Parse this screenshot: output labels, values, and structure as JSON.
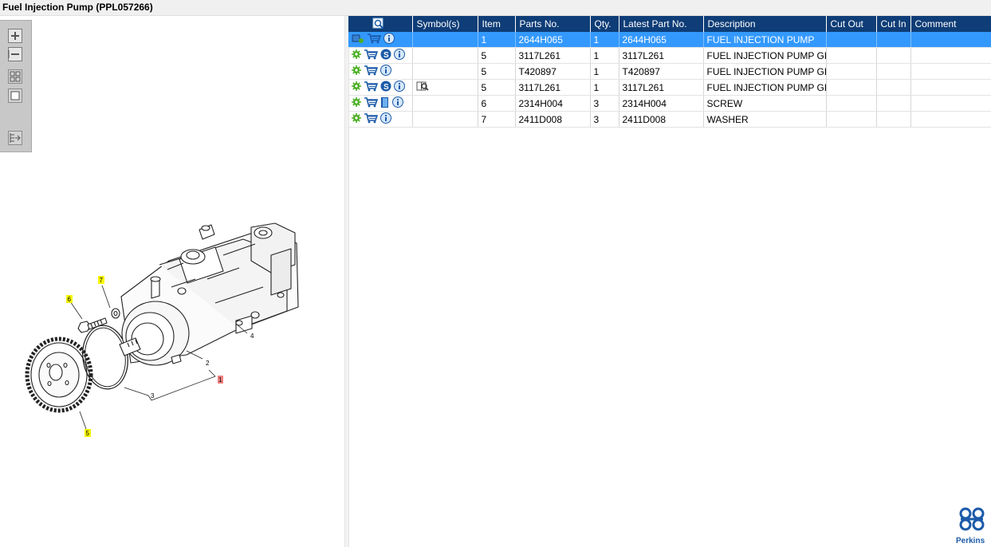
{
  "window": {
    "title": "Fuel Injection Pump (PPL057266)"
  },
  "toolbar": {
    "buttons": [
      {
        "name": "zoom-in-button",
        "icon": "plus-icon"
      },
      {
        "name": "zoom-out-button",
        "icon": "minus-icon"
      },
      {
        "name": "fit-all-button",
        "icon": "fit-icon"
      },
      {
        "name": "actual-size-button",
        "icon": "square-icon"
      },
      {
        "name": "export-button",
        "icon": "export-icon"
      }
    ]
  },
  "diagram": {
    "callouts": [
      {
        "label": "7",
        "highlight": "#f7f700"
      },
      {
        "label": "6",
        "highlight": "#f7f700"
      },
      {
        "label": "5",
        "highlight": "#f7f700"
      },
      {
        "label": "1",
        "highlight": "#f08080"
      },
      {
        "label": "2",
        "highlight": "none"
      },
      {
        "label": "3",
        "highlight": "none"
      },
      {
        "label": "4",
        "highlight": "none"
      }
    ]
  },
  "table": {
    "columns": [
      "",
      "Symbol(s)",
      "Item",
      "Parts No.",
      "Qty.",
      "Latest Part No.",
      "Description",
      "Cut Out",
      "Cut In",
      "Comment"
    ],
    "rows": [
      {
        "icons": [
          "model-icon",
          "cart-icon",
          "info-icon"
        ],
        "symbol": "",
        "item": "1",
        "part_no": "2644H065",
        "qty": "1",
        "latest": "2644H065",
        "description": "FUEL INJECTION PUMP",
        "cut_out": "",
        "cut_in": "",
        "comment": "",
        "selected": true
      },
      {
        "icons": [
          "gear-icon",
          "cart-icon",
          "s-icon",
          "info-icon"
        ],
        "symbol": "",
        "item": "5",
        "part_no": "3117L261",
        "qty": "1",
        "latest": "3117L261",
        "description": "FUEL INJECTION PUMP GEAR",
        "cut_out": "",
        "cut_in": "",
        "comment": ""
      },
      {
        "icons": [
          "gear-icon",
          "cart-icon",
          "info-icon"
        ],
        "symbol": "",
        "item": "5",
        "part_no": "T420897",
        "qty": "1",
        "latest": "T420897",
        "description": "FUEL INJECTION PUMP GEAR",
        "cut_out": "",
        "cut_in": "",
        "comment": ""
      },
      {
        "icons": [
          "gear-icon",
          "cart-icon",
          "s-icon",
          "info-icon"
        ],
        "symbol": "book-search-icon",
        "item": "5",
        "part_no": "3117L261",
        "qty": "1",
        "latest": "3117L261",
        "description": "FUEL INJECTION PUMP GEAR",
        "cut_out": "",
        "cut_in": "",
        "comment": ""
      },
      {
        "icons": [
          "gear-icon",
          "cart-icon",
          "book-icon",
          "info-icon"
        ],
        "symbol": "",
        "item": "6",
        "part_no": "2314H004",
        "qty": "3",
        "latest": "2314H004",
        "description": "SCREW",
        "cut_out": "",
        "cut_in": "",
        "comment": ""
      },
      {
        "icons": [
          "gear-icon",
          "cart-icon",
          "info-icon"
        ],
        "symbol": "",
        "item": "7",
        "part_no": "2411D008",
        "qty": "3",
        "latest": "2411D008",
        "description": "WASHER",
        "cut_out": "",
        "cut_in": "",
        "comment": ""
      }
    ]
  },
  "brand": {
    "name": "Perkins",
    "color": "#1b5aa8",
    "header_color": "#0e3d77",
    "selection_color": "#3399ff"
  }
}
